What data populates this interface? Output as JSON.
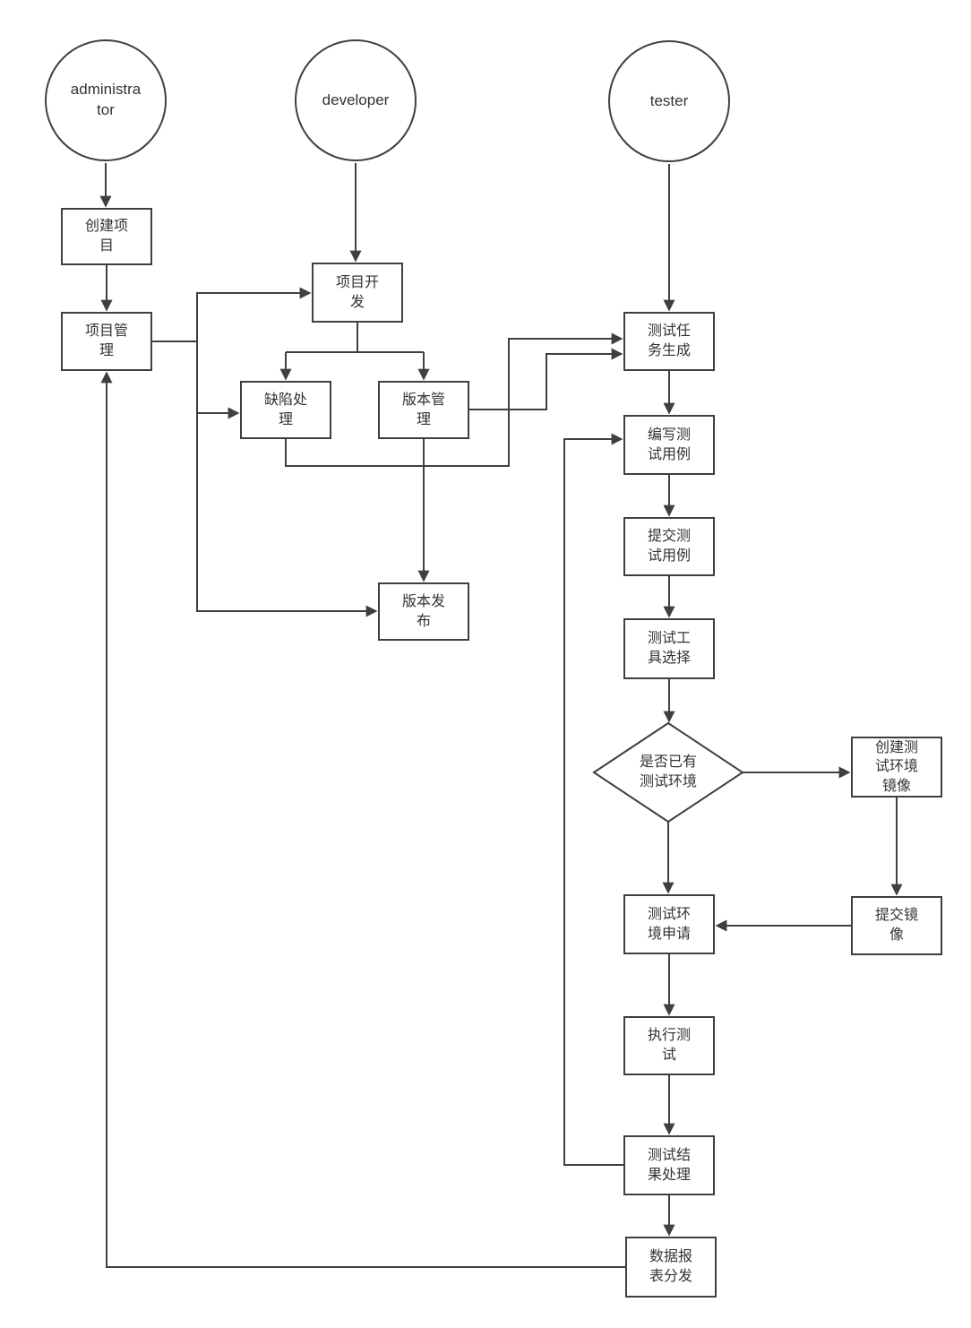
{
  "roles": {
    "administrator": "administrator",
    "developer": "developer",
    "tester": "tester"
  },
  "nodes": {
    "create_project": "创建项\n目",
    "project_manage": "项目管\n理",
    "project_dev": "项目开\n发",
    "defect_handle": "缺陷处\n理",
    "version_manage": "版本管\n理",
    "version_release": "版本发\n布",
    "test_task_gen": "测试任\n务生成",
    "write_test_case": "编写测\n试用例",
    "submit_test_case": "提交测\n试用例",
    "test_tool_select": "测试工\n具选择",
    "env_exists_decision": "是否已有\n测试环境",
    "create_env_image": "创建测\n试环境\n镜像",
    "env_apply": "测试环\n境申请",
    "submit_image": "提交镜\n像",
    "run_test": "执行测\n试",
    "test_result": "测试结\n果处理",
    "report_dispatch": "数据报\n表分发"
  },
  "colors": {
    "stroke": "#3f3f3f",
    "text": "#333333",
    "background": "#ffffff"
  }
}
